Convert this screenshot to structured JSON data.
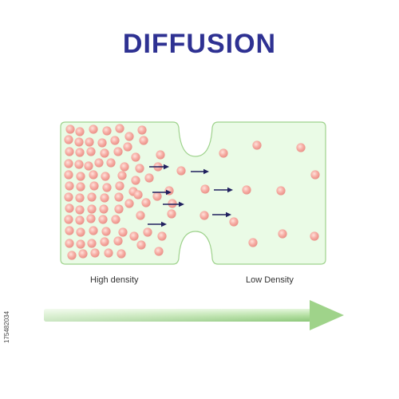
{
  "title": "DIFFUSION",
  "labels": {
    "high": "High density",
    "low": "Low Density"
  },
  "stock_id": "175482034",
  "colors": {
    "title": "#2e3192",
    "container_fill": "#eafbe6",
    "container_stroke": "#9ed28c",
    "particle": "#f4a7a0",
    "flow_arrow": "#20205f",
    "gradient_arrow_start": "#d9f2cf",
    "gradient_arrow_end": "#9fd38a"
  }
}
